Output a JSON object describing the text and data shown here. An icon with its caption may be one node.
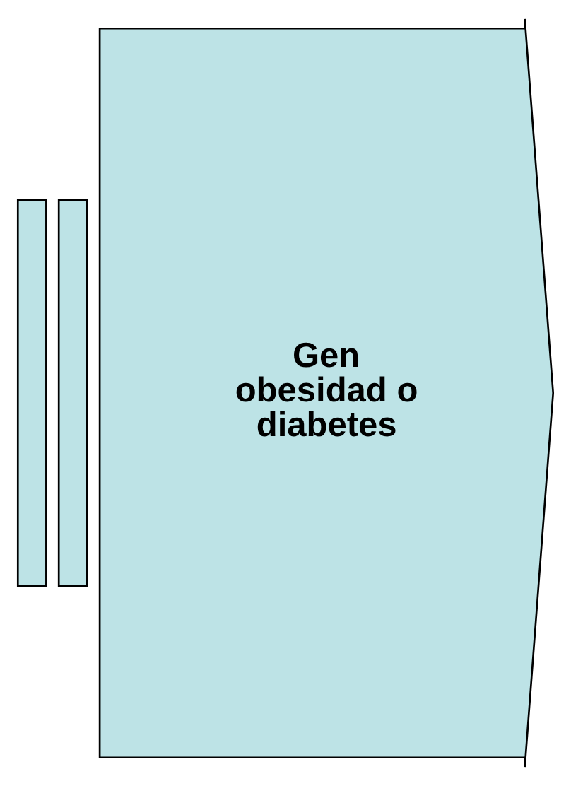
{
  "diagram": {
    "nodes": [
      {
        "text": [],
        "shape": "bar"
      },
      {
        "text": [],
        "shape": "bar"
      },
      {
        "text": [
          "Gen obesidad o diabetes"
        ]
      }
    ]
  }
}
